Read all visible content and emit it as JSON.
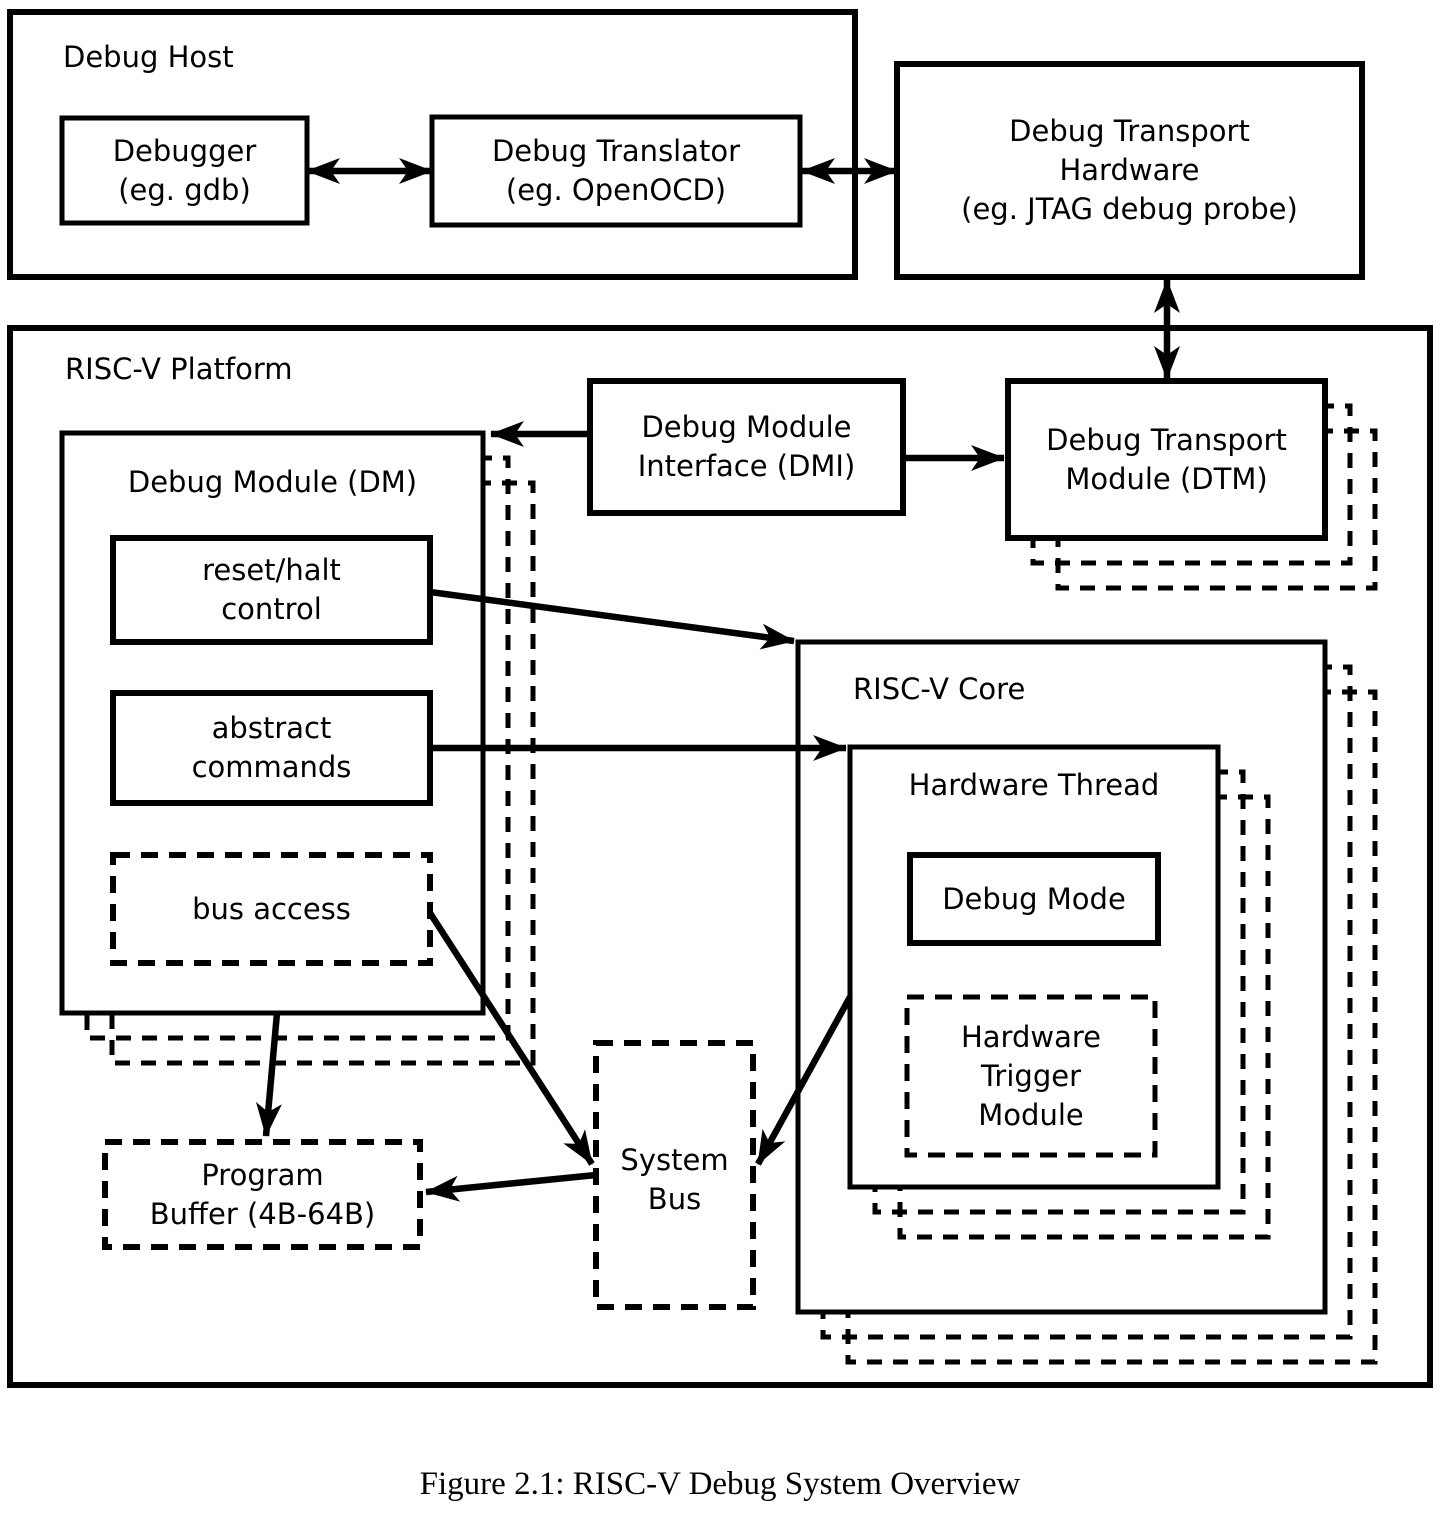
{
  "figure": {
    "caption": "Figure 2.1: RISC-V Debug System Overview",
    "colors": {
      "ink": "#000000",
      "background": "#ffffff"
    },
    "debug_host": {
      "title": "Debug Host",
      "debugger": {
        "line1": "Debugger",
        "line2": "(eg. gdb)"
      },
      "translator": {
        "line1": "Debug Translator",
        "line2": "(eg. OpenOCD)"
      }
    },
    "transport_hardware": {
      "line1": "Debug Transport",
      "line2": "Hardware",
      "line3": "(eg. JTAG debug probe)"
    },
    "platform": {
      "title": "RISC-V Platform",
      "dm": {
        "title": "Debug Module (DM)",
        "reset_halt": {
          "line1": "reset/halt",
          "line2": "control"
        },
        "abstract_commands": {
          "line1": "abstract",
          "line2": "commands"
        },
        "bus_access": {
          "line1": "bus access"
        }
      },
      "dmi": {
        "line1": "Debug Module",
        "line2": "Interface (DMI)"
      },
      "dtm": {
        "line1": "Debug Transport",
        "line2": "Module (DTM)"
      },
      "core": {
        "title": "RISC-V Core",
        "hardware_thread": {
          "title": "Hardware Thread",
          "debug_mode": {
            "line1": "Debug Mode"
          },
          "trigger_module": {
            "line1": "Hardware",
            "line2": "Trigger",
            "line3": "Module"
          }
        }
      },
      "program_buffer": {
        "line1": "Program",
        "line2": "Buffer (4B-64B)"
      },
      "system_bus": {
        "line1": "System",
        "line2": "Bus"
      }
    }
  }
}
